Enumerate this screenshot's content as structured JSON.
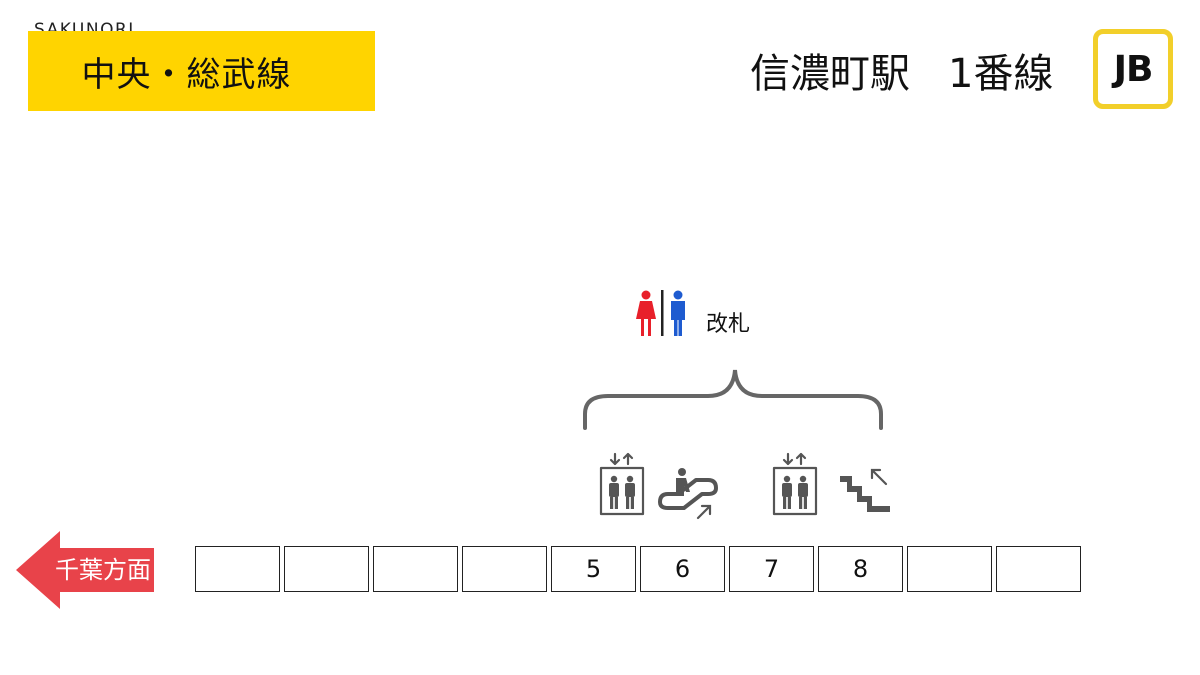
{
  "header": {
    "brand": "SAKUNORI",
    "line_name": "中央・総武線",
    "station": "信濃町駅",
    "track": "1番線",
    "line_code": "JB"
  },
  "colors": {
    "line_accent": "#FFD400",
    "badge_border": "#F2CF2A",
    "direction_arrow": "#E8434A",
    "toilet_female": "#E8202A",
    "toilet_male": "#1E5BD0",
    "facility_icon": "#555555"
  },
  "direction": {
    "label": "千葉方面"
  },
  "platform": {
    "cars": [
      {
        "number": ""
      },
      {
        "number": ""
      },
      {
        "number": ""
      },
      {
        "number": ""
      },
      {
        "number": "5"
      },
      {
        "number": "6"
      },
      {
        "number": "7"
      },
      {
        "number": "8"
      },
      {
        "number": ""
      },
      {
        "number": ""
      }
    ]
  },
  "facilities": {
    "upper": {
      "icons": [
        "toilet-icon"
      ],
      "label": "改札"
    },
    "doors": [
      {
        "car": "5",
        "icon": "elevator-icon"
      },
      {
        "car": "6",
        "icon": "escalator-up-icon"
      },
      {
        "car": "7",
        "icon": "elevator-icon"
      },
      {
        "car": "8",
        "icon": "stairs-up-icon"
      }
    ]
  }
}
